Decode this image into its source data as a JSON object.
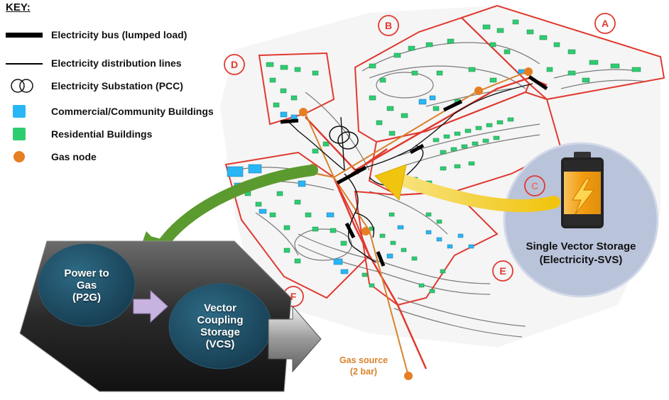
{
  "key": {
    "title": "KEY:",
    "items": [
      {
        "label": "Electricity bus (lumped load)",
        "symbol": "bus-bar-icon"
      },
      {
        "label": "Electricity distribution lines",
        "symbol": "thin-line-icon"
      },
      {
        "label": "Electricity Substation (PCC)",
        "symbol": "double-circle-icon"
      },
      {
        "label": "Commercial/Community Buildings",
        "symbol": "blue-square-icon",
        "color": "#29b6f6"
      },
      {
        "label": "Residential Buildings",
        "symbol": "green-square-icon",
        "color": "#2ecc71"
      },
      {
        "label": "Gas node",
        "symbol": "orange-dot-icon",
        "color": "#e67e22"
      }
    ]
  },
  "zones": [
    "A",
    "B",
    "C",
    "D",
    "E",
    "F"
  ],
  "svs": {
    "line1": "Single Vector Storage",
    "line2": "(Electricity-SVS)"
  },
  "p2g": {
    "line1": "Power to",
    "line2": "Gas",
    "line3": "(P2G)"
  },
  "vcs": {
    "line1": "Vector",
    "line2": "Coupling",
    "line3": "Storage",
    "line4": "(VCS)"
  },
  "gas_source": {
    "line1": "Gas source",
    "line2": "(2 bar)"
  },
  "colors": {
    "zone_boundary": "#e0392f",
    "gas_line": "#d9822b",
    "residential": "#2ecc71",
    "commercial": "#29b6f6",
    "green_arrow": "#5a9a2e",
    "yellow_arrow": "#f2c21b",
    "svs_circle": "#b9c3da",
    "battery": "#f5a623",
    "bubble": "#1f4e66"
  }
}
